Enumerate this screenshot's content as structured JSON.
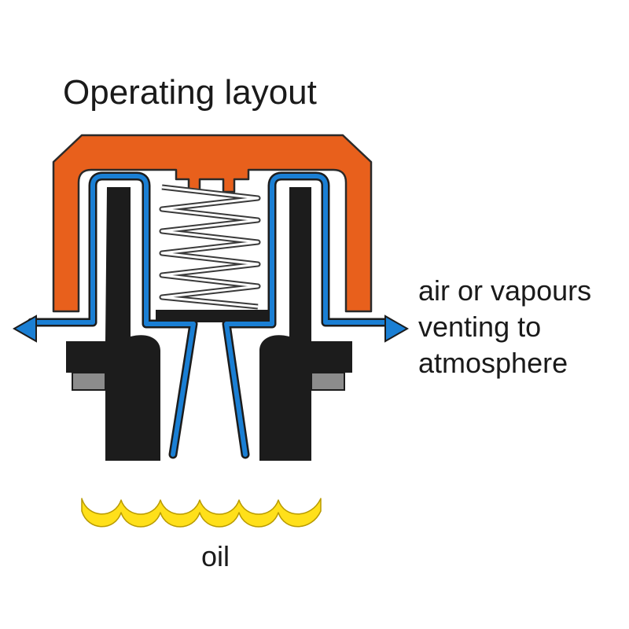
{
  "title": "Operating layout",
  "vent_label": {
    "line1": "air or vapours",
    "line2": "venting to",
    "line3": "atmosphere"
  },
  "oil_label": "oil",
  "colors": {
    "cap": "#e8601c",
    "cap_outline": "#2a2a2a",
    "body": "#1c1c1c",
    "gasket": "#8c8c8c",
    "flow_arrow": "#1a7fd4",
    "oil": "#ffe01a",
    "oil_outline": "#b89a00",
    "spring": "#555555"
  },
  "icons": {
    "left_arrow": "arrow-left-icon",
    "right_arrow": "arrow-right-icon"
  }
}
